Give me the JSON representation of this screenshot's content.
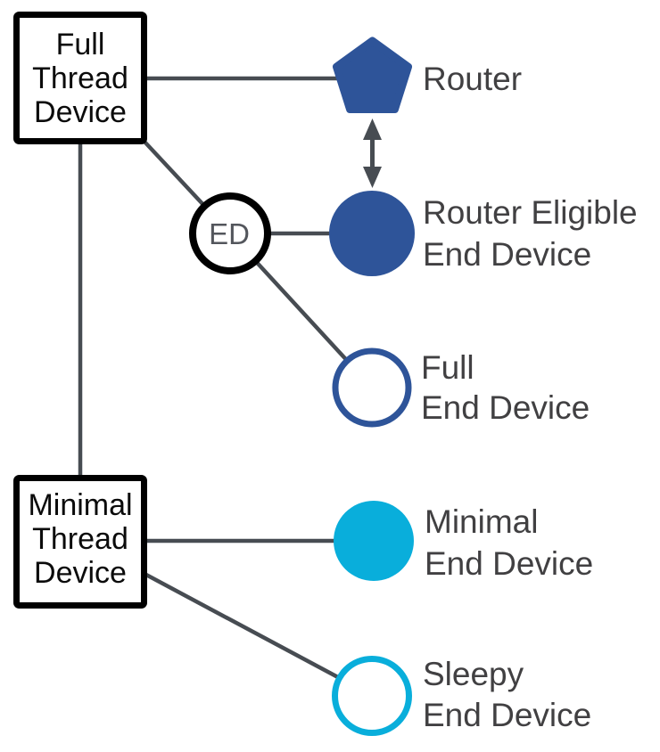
{
  "colors": {
    "blue": "#2e5499",
    "cyan": "#09aedb",
    "line": "#474c52",
    "label": "#414042",
    "ed-text": "#53565c",
    "box-border": "#000000",
    "background": "#ffffff"
  },
  "boxes": {
    "full": {
      "line1": "Full",
      "line2": "Thread",
      "line3": "Device"
    },
    "minimal": {
      "line1": "Minimal",
      "line2": "Thread",
      "line3": "Device"
    }
  },
  "nodes": {
    "router": {
      "shape": "pentagon",
      "label": "Router"
    },
    "router_eligible": {
      "shape": "filled-circle",
      "label1": "Router Eligible",
      "label2": "End Device"
    },
    "full_end": {
      "shape": "outlined-circle",
      "label1": "Full",
      "label2": "End Device"
    },
    "minimal_end": {
      "shape": "filled-circle",
      "label1": "Minimal",
      "label2": "End Device"
    },
    "sleepy_end": {
      "shape": "outlined-circle",
      "label1": "Sleepy",
      "label2": "End Device"
    }
  },
  "ed_badge": {
    "text": "ED"
  }
}
